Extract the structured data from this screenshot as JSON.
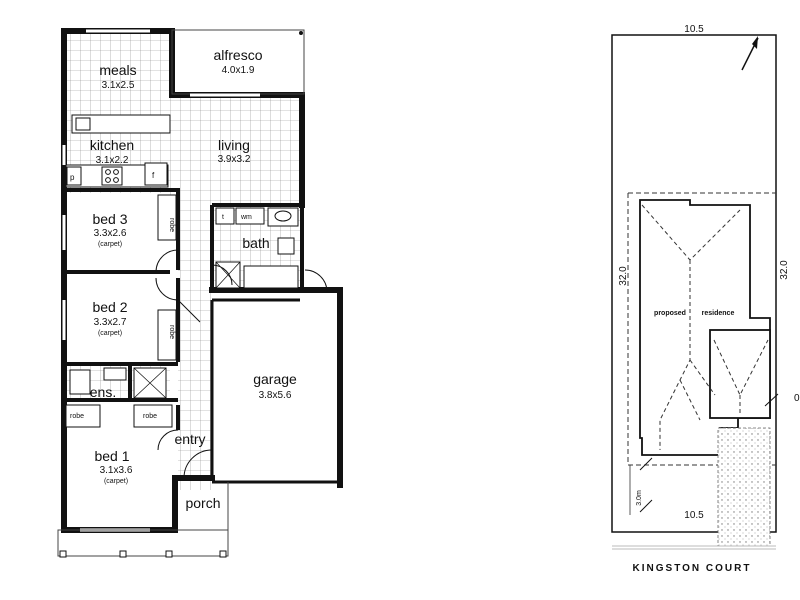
{
  "floor_plan": {
    "rooms": {
      "meals": {
        "name": "meals",
        "size": "3.1x2.5"
      },
      "alfresco": {
        "name": "alfresco",
        "size": "4.0x1.9"
      },
      "kitchen": {
        "name": "kitchen",
        "size": "3.1x2.2"
      },
      "living": {
        "name": "living",
        "size": "3.9x3.2"
      },
      "bed3": {
        "name": "bed 3",
        "size": "3.3x2.6",
        "floor": "(carpet)"
      },
      "bed2": {
        "name": "bed 2",
        "size": "3.3x2.7",
        "floor": "(carpet)"
      },
      "bed1": {
        "name": "bed 1",
        "size": "3.1x3.6",
        "floor": "(carpet)"
      },
      "bath": {
        "name": "bath"
      },
      "ens": {
        "name": "ens."
      },
      "garage": {
        "name": "garage",
        "size": "3.8x5.6"
      },
      "entry": {
        "name": "entry"
      },
      "porch": {
        "name": "porch"
      }
    },
    "fixtures": {
      "robe": "robe",
      "wm": "wm",
      "toilet": "t",
      "pantry": "p",
      "fridge": "f"
    }
  },
  "site_plan": {
    "top_width": "10.5",
    "bottom_width": "10.5",
    "left_depth": "32.0",
    "right_depth": "32.0",
    "label_line1": "proposed",
    "label_line2": "residence",
    "setback": "3.0m",
    "side_mark": "0",
    "street": "KINGSTON COURT"
  }
}
